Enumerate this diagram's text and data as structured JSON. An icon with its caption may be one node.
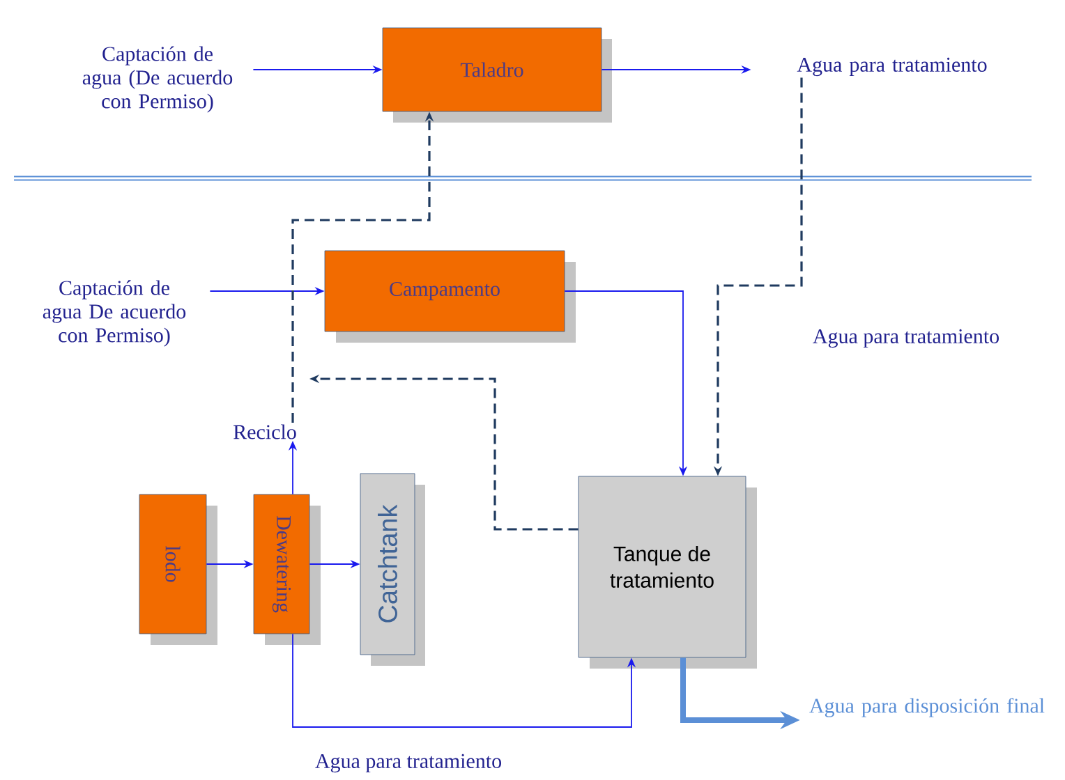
{
  "diagram": {
    "nodes": [
      {
        "text": [
          "Captación de agua (De acuerdo con Permiso)"
        ]
      },
      {
        "text": [
          "Taladro"
        ]
      },
      {
        "text": [
          "Agua para tratamiento"
        ]
      },
      {
        "text": [
          "Campamento"
        ]
      },
      {
        "text": [
          "Captación de agua De acuerdo con Permiso)"
        ]
      },
      {
        "text": [
          "Reciclo"
        ]
      },
      {
        "text": [
          "lodo"
        ]
      },
      {
        "text": [
          "Dewatering"
        ]
      },
      {
        "text": [
          "Catchtank"
        ]
      },
      {
        "text": [
          "Tanque de tratamiento"
        ]
      },
      {
        "text": [
          "Agua para disposición final"
        ]
      }
    ],
    "edges": [
      {
        "from": 0,
        "to": 1,
        "arrow": "to"
      },
      {
        "from": 1,
        "to": 2,
        "arrow": "to"
      },
      {
        "from": 4,
        "to": 3,
        "arrow": "to"
      },
      {
        "from": 3,
        "to": 9,
        "arrow": "to"
      },
      {
        "from": 2,
        "to": 9,
        "arrow": "to",
        "style": "dashed",
        "color": "#1f3a5f",
        "label": "Agua para tratamiento"
      },
      {
        "from": 9,
        "to": null,
        "arrow": "to",
        "style": "dashed",
        "color": "#1f3a5f"
      },
      {
        "from": 5,
        "to": 1,
        "arrow": "to",
        "style": "dashed",
        "color": "#1f3a5f"
      },
      {
        "from": 7,
        "to": 5,
        "arrow": "to"
      },
      {
        "from": 6,
        "to": 7,
        "arrow": "to"
      },
      {
        "from": 7,
        "to": 8,
        "arrow": "to"
      },
      {
        "from": 7,
        "to": 9,
        "arrow": "to",
        "label": "Agua para tratamiento"
      },
      {
        "from": 9,
        "to": 10,
        "arrow": "to",
        "style": "thick",
        "color": "#5b8fd6"
      }
    ]
  }
}
